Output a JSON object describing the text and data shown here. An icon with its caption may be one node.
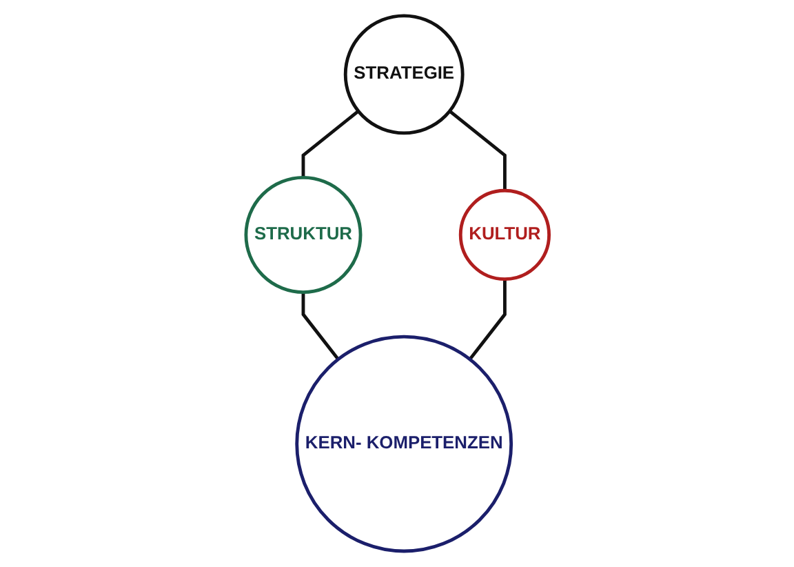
{
  "diagram": {
    "nodes": [
      {
        "text": [
          "STRATEGIE"
        ]
      },
      {
        "text": [
          "STRUKTUR"
        ]
      },
      {
        "text": [
          "KULTUR"
        ]
      },
      {
        "text": [
          "KERN- KOMPETENZEN"
        ]
      }
    ],
    "edges": [
      {
        "from": 0,
        "to": 1,
        "arrow": "none"
      },
      {
        "from": 0,
        "to": 2,
        "arrow": "none"
      },
      {
        "from": 1,
        "to": 3,
        "arrow": "none"
      },
      {
        "from": 2,
        "to": 3,
        "arrow": "none"
      }
    ]
  }
}
